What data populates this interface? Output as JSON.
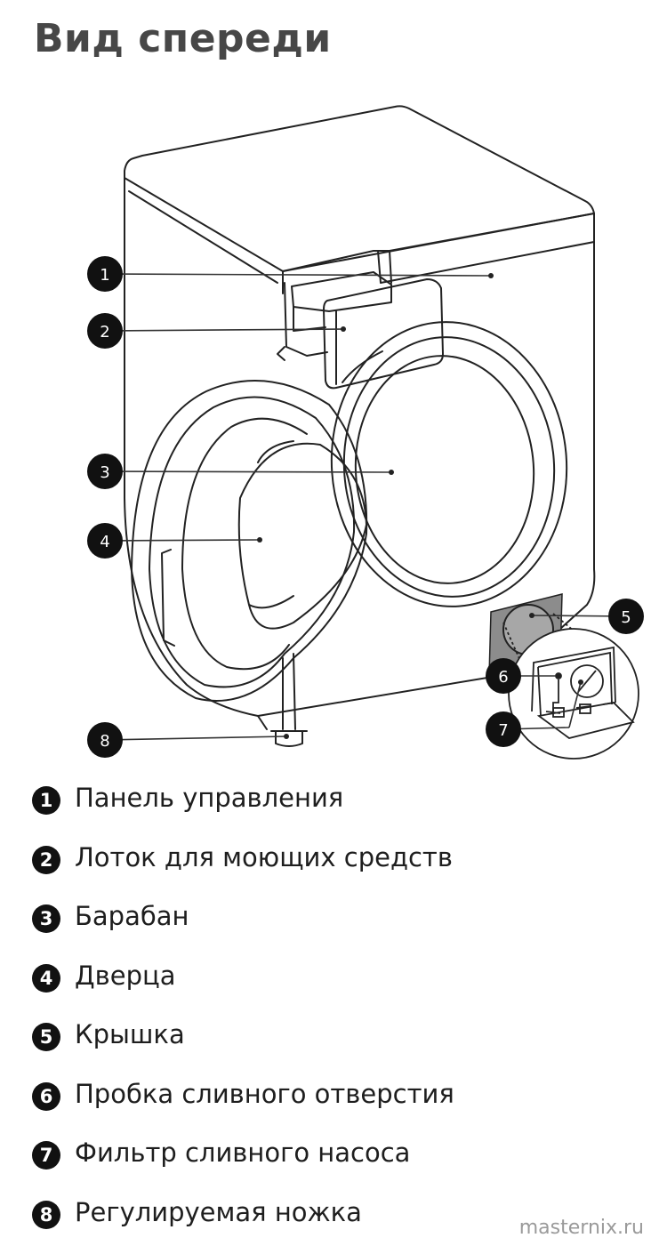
{
  "title": "Вид спереди",
  "callouts": [
    "1",
    "2",
    "3",
    "4",
    "5",
    "6",
    "7",
    "8"
  ],
  "legend": [
    {
      "num": "1",
      "label": "Панель управления"
    },
    {
      "num": "2",
      "label": "Лоток для моющих средств"
    },
    {
      "num": "3",
      "label": "Барабан"
    },
    {
      "num": "4",
      "label": "Дверца"
    },
    {
      "num": "5",
      "label": "Крышка"
    },
    {
      "num": "6",
      "label": "Пробка сливного отверстия"
    },
    {
      "num": "7",
      "label": "Фильтр сливного насоса"
    },
    {
      "num": "8",
      "label": "Регулируемая ножка"
    }
  ],
  "watermark": "masternix.ru",
  "colors": {
    "line": "#222222",
    "badge": "#111111",
    "cover": "#8c8c8c",
    "title": "#474747"
  }
}
